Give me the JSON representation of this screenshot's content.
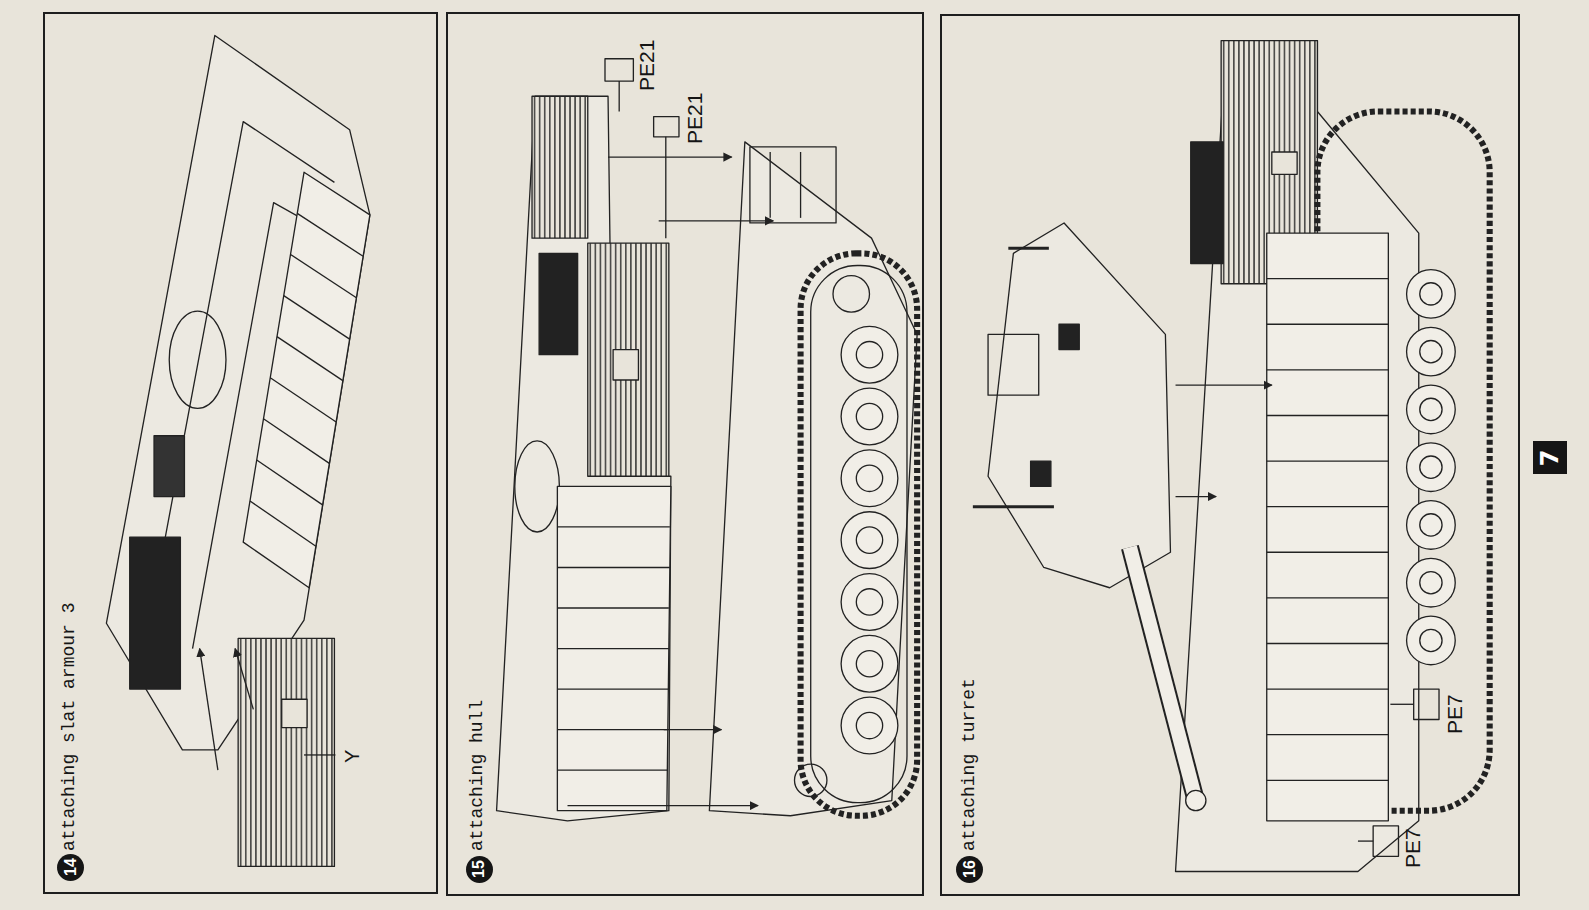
{
  "diagram": {
    "nodes": [
      {
        "text": [
          "attaching slat armour 3"
        ]
      },
      {
        "text": [
          "attaching hull"
        ]
      },
      {
        "text": [
          "attaching turret"
        ]
      },
      {
        "text": [
          "7"
        ]
      }
    ],
    "labels": [
      "14",
      "Y",
      "15",
      "PE21",
      "PE21",
      "16",
      "PE7",
      "PE7"
    ]
  }
}
